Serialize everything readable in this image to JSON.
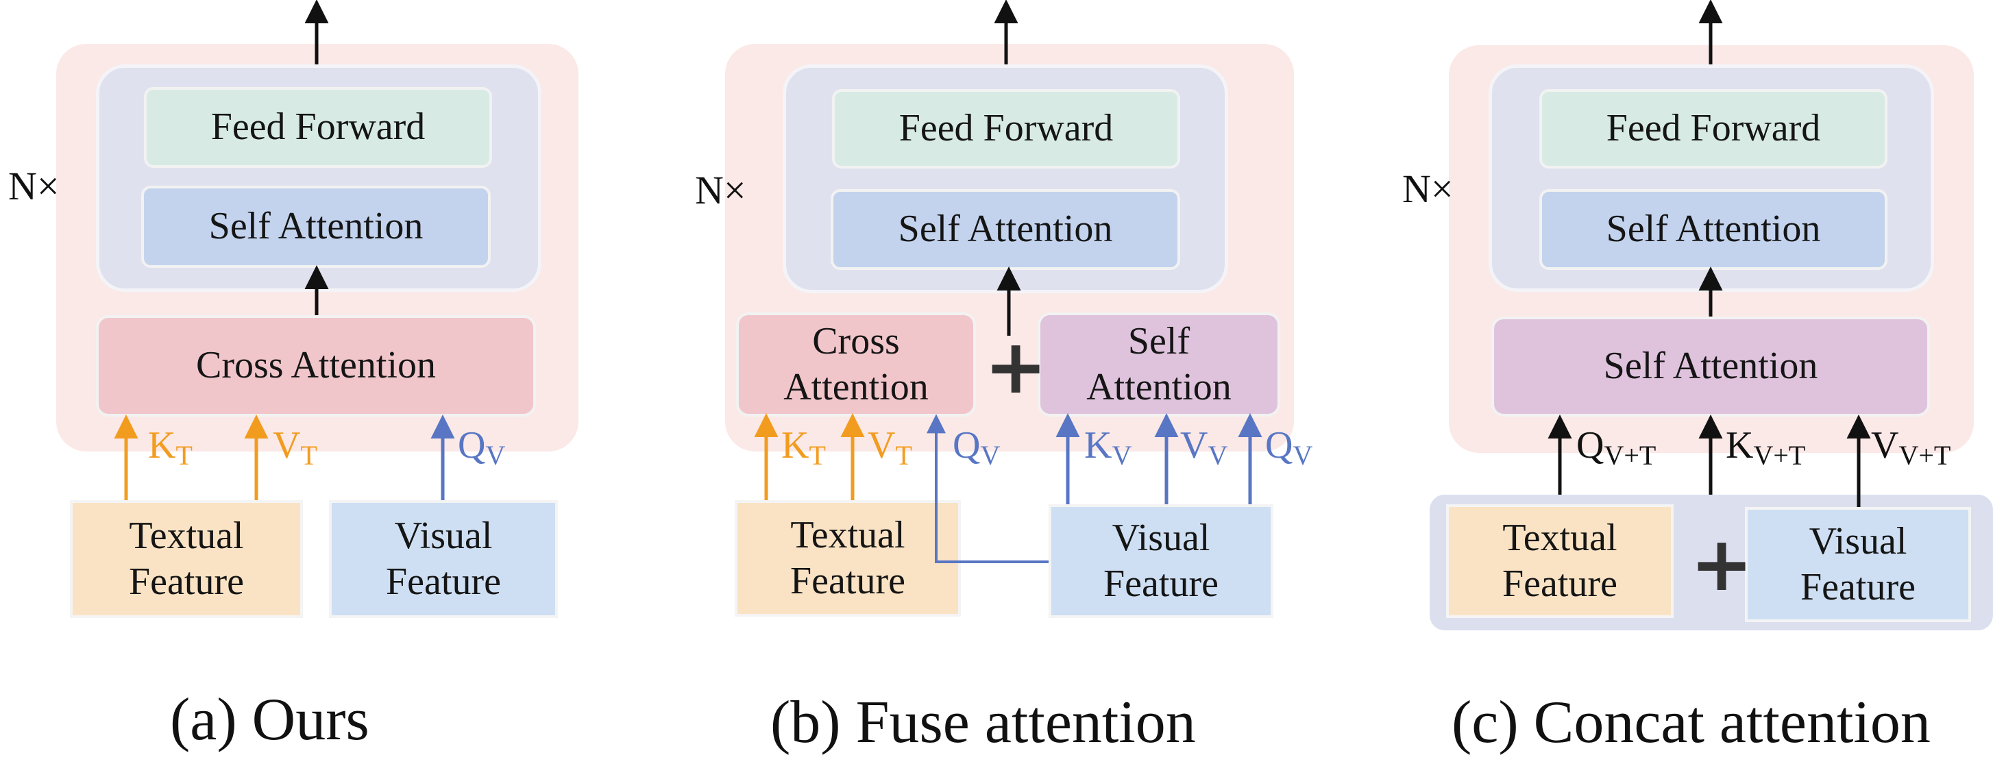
{
  "colors": {
    "panel": "#fbe9e7",
    "inner": "#dfe1ee",
    "feed_forward": "#d7ebe4",
    "self_attention": "#c3d3ee",
    "cross_attention": "#f1c6cb",
    "self_attention_purple": "#dfc3dd",
    "textual_feature": "#fae3c4",
    "visual_feature": "#cedff3",
    "orange_arrow": "#f29c1f",
    "blue_arrow": "#5876c4"
  },
  "a": {
    "repeat": "N×",
    "feed_forward": "Feed Forward",
    "self_attention": "Self Attention",
    "cross_attention": "Cross Attention",
    "k": "K",
    "k_sub": "T",
    "v": "V",
    "v_sub": "T",
    "q": "Q",
    "q_sub": "V",
    "textual": "Textual\nFeature",
    "visual": "Visual\nFeature",
    "caption": "(a) Ours"
  },
  "b": {
    "repeat": "N×",
    "feed_forward": "Feed Forward",
    "self_attention": "Self Attention",
    "cross_attention": "Cross\nAttention",
    "self_attention2": "Self\nAttention",
    "plus": "+",
    "k1": "K",
    "k1_sub": "T",
    "v1": "V",
    "v1_sub": "T",
    "q1": "Q",
    "q1_sub": "V",
    "k2": "K",
    "k2_sub": "V",
    "v2": "V",
    "v2_sub": "V",
    "q2": "Q",
    "q2_sub": "V",
    "textual": "Textual\nFeature",
    "visual": "Visual\nFeature",
    "caption": "(b) Fuse attention"
  },
  "c": {
    "repeat": "N×",
    "feed_forward": "Feed Forward",
    "self_attention": "Self Attention",
    "self_attention2": "Self Attention",
    "plus": "+",
    "q": "Q",
    "q_sub": "V+T",
    "k": "K",
    "k_sub": "V+T",
    "v": "V",
    "v_sub": "V+T",
    "textual": "Textual\nFeature",
    "visual": "Visual\nFeature",
    "caption": "(c) Concat attention"
  }
}
